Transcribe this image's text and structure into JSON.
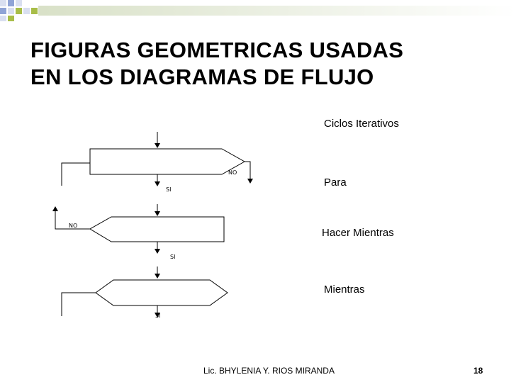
{
  "slide": {
    "title_line1": "FIGURAS GEOMETRICAS USADAS",
    "title_line2": "EN LOS DIAGRAMAS DE FLUJO",
    "footer_author": "Lic. BHYLENIA Y. RIOS MIRANDA",
    "page_number": "18"
  },
  "labels": {
    "ciclos": "Ciclos Iterativos",
    "para": "Para",
    "hacer_mientras": "Hacer Mientras",
    "mientras": "Mientras"
  },
  "diagram": {
    "para_no": "NO",
    "para_si": "SI",
    "hacer_no": "NO",
    "hacer_si": "SI",
    "mientras_si": "SI"
  },
  "colors": {
    "deco_blue": "#8fa3d6",
    "deco_green": "#a8bd48",
    "deco_light": "#d9dff0"
  }
}
